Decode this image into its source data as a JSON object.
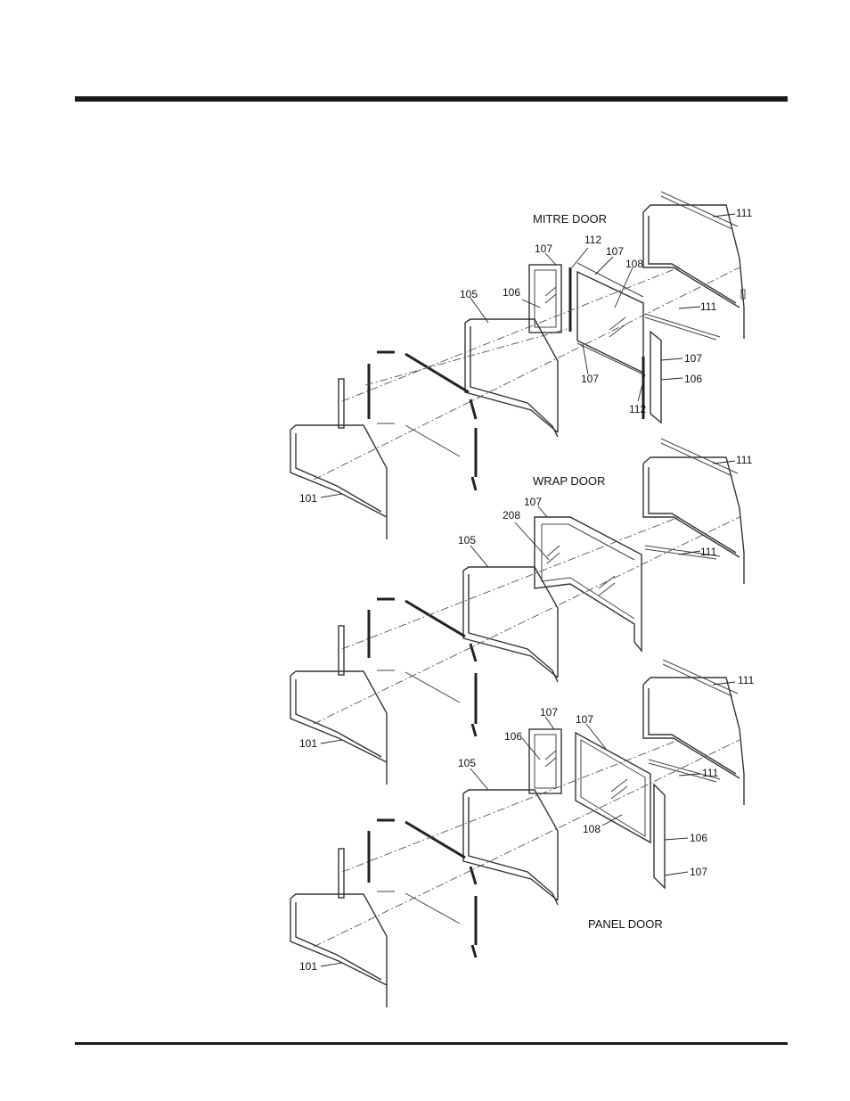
{
  "sections": [
    {
      "title": "MITRE DOOR",
      "labels": [
        "111",
        "107",
        "112",
        "107",
        "108",
        "106",
        "105",
        "111",
        "107",
        "106",
        "107",
        "112",
        "101"
      ]
    },
    {
      "title": "WRAP DOOR",
      "labels": [
        "111",
        "107",
        "208",
        "105",
        "111",
        "101"
      ]
    },
    {
      "title": "PANEL DOOR",
      "labels": [
        "111",
        "107",
        "107",
        "106",
        "105",
        "111",
        "108",
        "106",
        "107",
        "101"
      ]
    }
  ]
}
